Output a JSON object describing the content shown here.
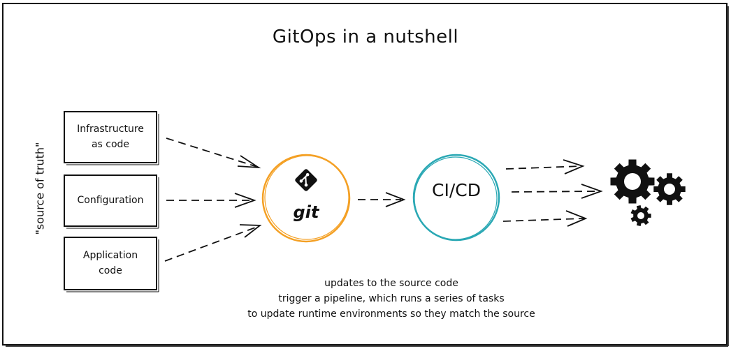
{
  "title": "GitOps in a nutshell",
  "side_label": "\"source of truth\"",
  "sources": [
    {
      "line1": "Infrastructure",
      "line2": "as code"
    },
    {
      "line1": "Configuration",
      "line2": ""
    },
    {
      "line1": "Application",
      "line2": "code"
    }
  ],
  "git_label": "git",
  "cicd_label": "CI/CD",
  "note_lines": [
    "updates to the source code",
    "trigger a pipeline, which runs a series of tasks",
    "to update runtime environments so they match the source"
  ],
  "icons": [
    "git-logo-icon",
    "gears-icon"
  ],
  "colors": {
    "git_circle": "#f4a024",
    "cicd_circle": "#2aa8b4",
    "ink": "#111111"
  }
}
